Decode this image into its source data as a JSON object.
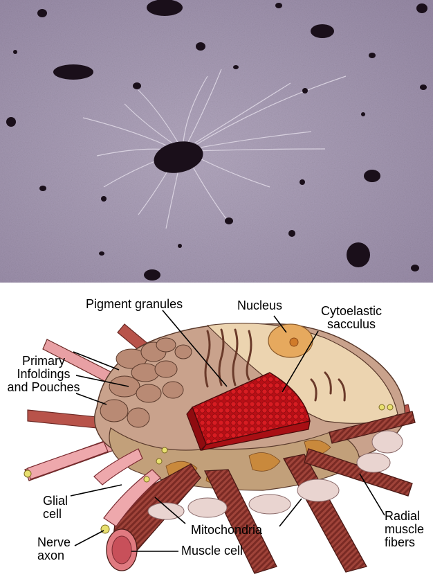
{
  "labels": {
    "pigment_granules": "Pigment granules",
    "nucleus": "Nucleus",
    "cytoelastic_line1": "Cytoelastic",
    "cytoelastic_line2": "sacculus",
    "primary_line1": "Primary",
    "primary_line2": "Infoldings",
    "primary_line3": "and Pouches",
    "glial_line1": "Glial",
    "glial_line2": "cell",
    "nerve_line1": "Nerve",
    "nerve_line2": "axon",
    "mitochondria": "Mitochondria",
    "muscle_cell": "Muscle cell",
    "radial_line1": "Radial",
    "radial_line2": "muscle",
    "radial_line3": "fibers"
  },
  "colors": {
    "photo_background": "#a89cb4",
    "pigment_red": "#c8141a",
    "muscle_pink": "#e8a0a4",
    "cell_brown": "#c49a84",
    "nucleus_orange": "#e8b06a",
    "sacculus_tan": "#e9cfa8",
    "glial_yellow": "#e8e070"
  }
}
